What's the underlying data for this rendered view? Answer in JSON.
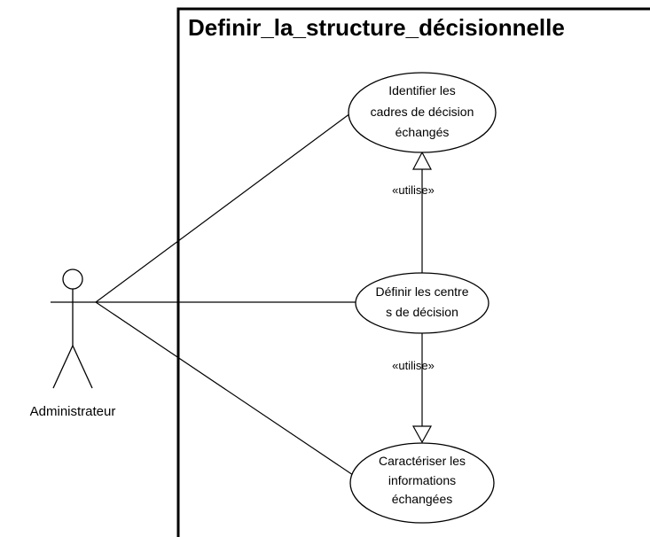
{
  "system": {
    "title": "Definir_la_structure_décisionnelle"
  },
  "actor": {
    "name": "Administrateur"
  },
  "use_cases": [
    {
      "id": "uc1",
      "lines": [
        "Identifier les",
        "cadres de décision",
        "échangés"
      ]
    },
    {
      "id": "uc2",
      "lines": [
        "Définir les centre",
        "s de décision"
      ]
    },
    {
      "id": "uc3",
      "lines": [
        "Caractériser les",
        "informations",
        "échangées"
      ]
    }
  ],
  "relations": [
    {
      "from": "uc2",
      "to": "uc1",
      "stereotype": "«utilise»"
    },
    {
      "from": "uc2",
      "to": "uc3",
      "stereotype": "«utilise»"
    }
  ],
  "colors": {
    "stroke": "#000000",
    "fill": "#ffffff"
  }
}
